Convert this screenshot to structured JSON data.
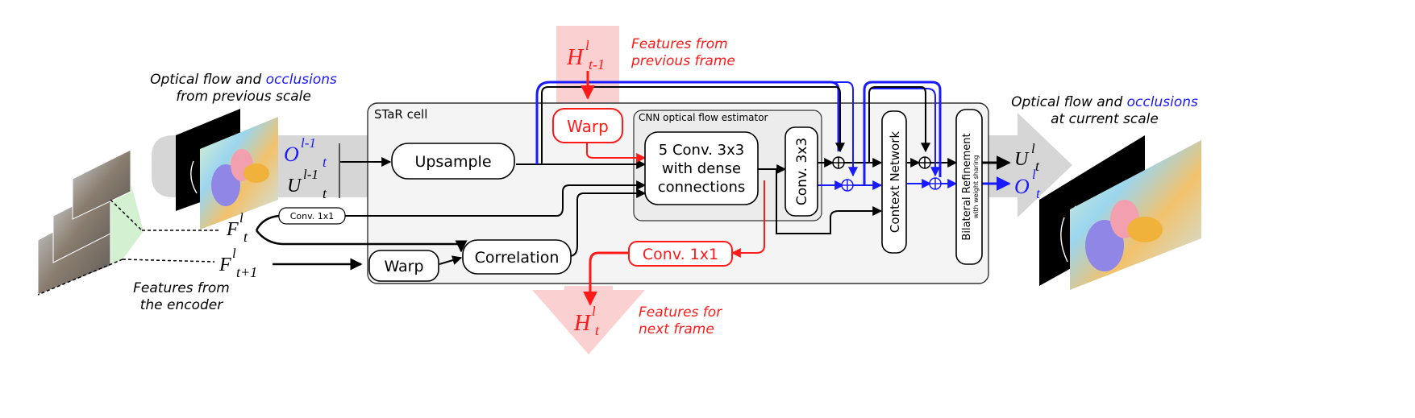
{
  "colors": {
    "black": "#000000",
    "blue": "#1a1aff",
    "red": "#ff1a1a",
    "gray_arrow": "#d4d4d4",
    "pink_arrow": "#fbd0d0",
    "green_region": "#d3f1d1",
    "cell_fill": "#f5f5f5"
  },
  "captions": {
    "prev_scale_1": "Optical flow and",
    "prev_scale_occl": "occlusions",
    "prev_scale_2": "from previous scale",
    "curr_scale_1": "Optical flow and",
    "curr_scale_occl": "occlusions",
    "curr_scale_2": "at current scale",
    "prev_frame_1": "Features from",
    "prev_frame_2": "previous frame",
    "next_frame_1": "Features for",
    "next_frame_2": "next frame",
    "encoder_1": "Features from",
    "encoder_2": "the encoder"
  },
  "symbols": {
    "H": "H",
    "l": "l",
    "t_minus_1": "t-1",
    "t": "t",
    "t_plus_1": "t+1",
    "l_minus_1": "l-1",
    "O": "O",
    "U": "U",
    "F": "F"
  },
  "cell": {
    "title": "STaR cell",
    "cnn_title": "CNN optical flow estimator"
  },
  "blocks": {
    "upsample": "Upsample",
    "warp_top": "Warp",
    "conv5_l1": "5 Conv. 3x3",
    "conv5_l2": "with dense",
    "conv5_l3": "connections",
    "conv3x3": "Conv. 3x3",
    "context": "Context Network",
    "bilateral": "Bilateral Refinement",
    "bilateral_sub": "with weight sharing",
    "conv1x1_small": "Conv. 1x1",
    "warp_bottom": "Warp",
    "correlation": "Correlation",
    "conv1x1_red": "Conv. 1x1"
  },
  "icons": [
    "plus-circle-icon",
    "frame-image-icon",
    "flow-map-icon",
    "occlusion-map-icon"
  ]
}
